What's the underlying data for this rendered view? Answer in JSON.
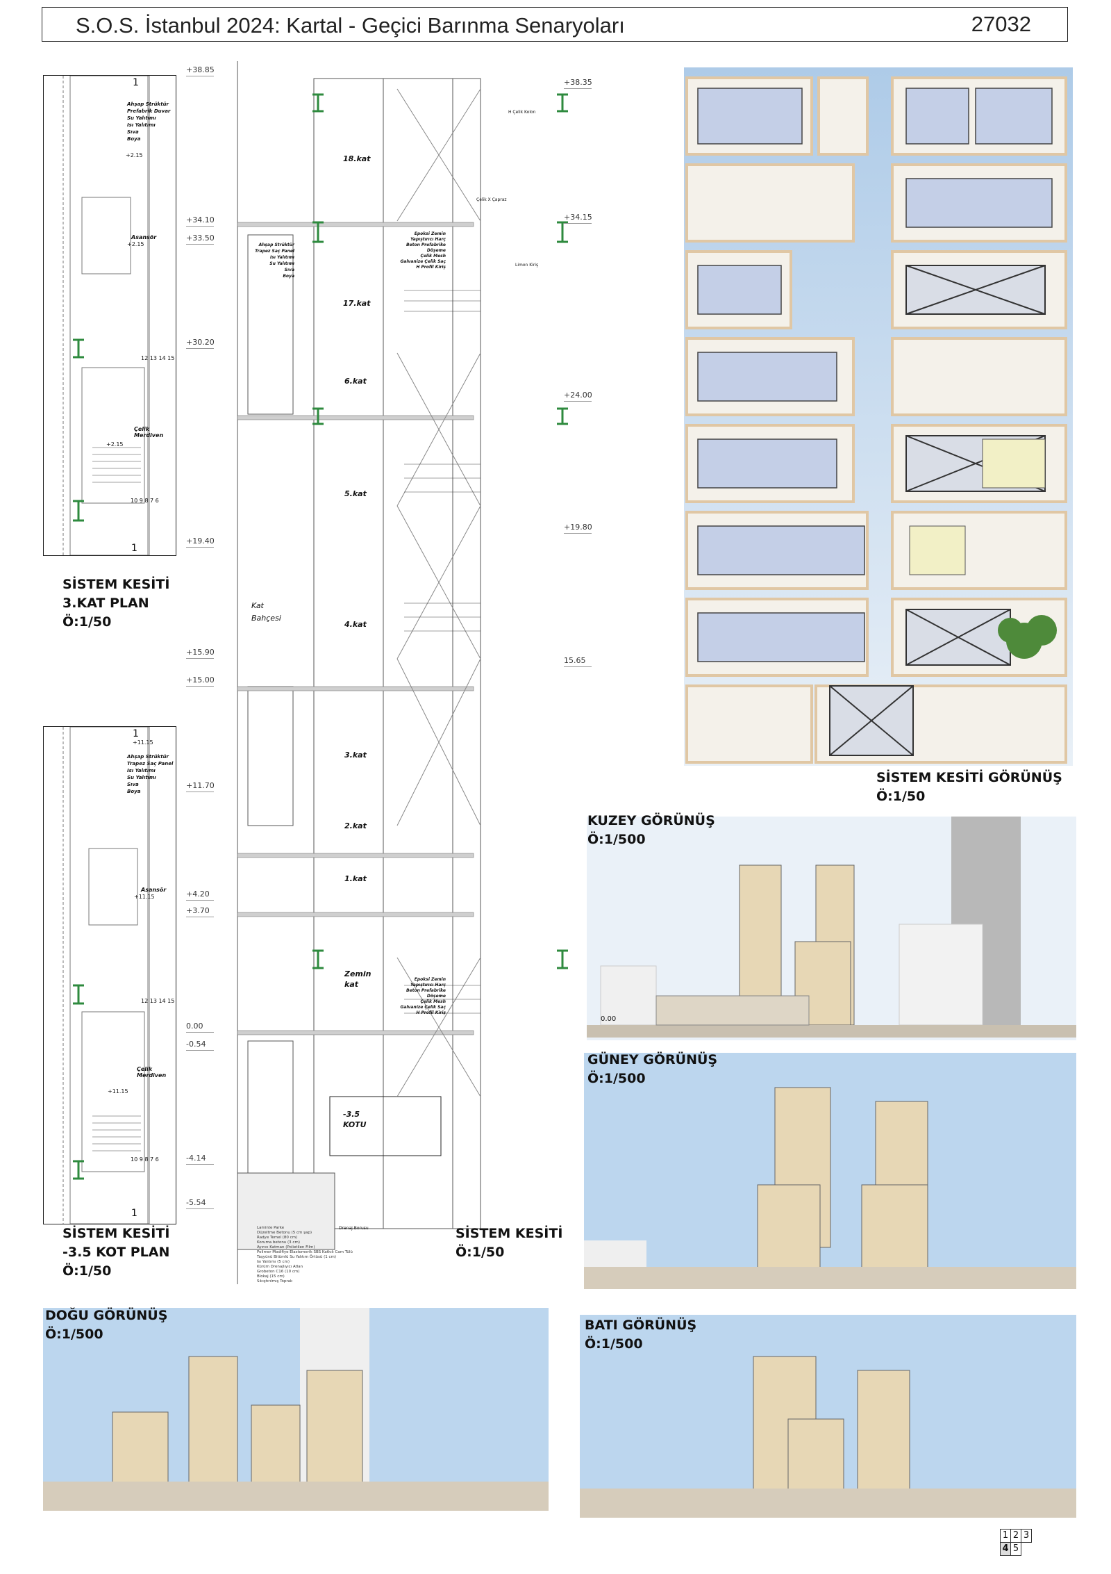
{
  "header": {
    "title": "S.O.S. İstanbul 2024: Kartal - Geçici Barınma Senaryoları",
    "code": "27032"
  },
  "plan_top": {
    "title_lines": [
      "SİSTEM KESİTİ",
      "3.KAT  PLAN",
      "Ö:1/50"
    ],
    "layers": [
      "Ahşap Strüktür",
      "Prefabrik Duvar",
      "Su Yalıtımı",
      "Isı Yalıtımı",
      "Sıva",
      "Boya"
    ],
    "notes": [
      "Asansör",
      "Çelik Merdiven"
    ],
    "levels": [
      "+2.15",
      "+2.15",
      "+2.15"
    ],
    "stair_top": "12 13 14 15",
    "stair_bottom": "10 9 8 7 6",
    "marks": [
      "1",
      "1"
    ]
  },
  "plan_bottom": {
    "title_lines": [
      "SİSTEM KESİTİ",
      "-3.5 KOT PLAN",
      "Ö:1/50"
    ],
    "layers": [
      "Ahşap Strüktür",
      "Trapez Saç Panel",
      "Isı Yalıtımı",
      "Su Yalıtımı",
      "Sıva",
      "Boya"
    ],
    "notes": [
      "Asansör",
      "Çelik Merdiven"
    ],
    "levels": [
      "+11.15",
      "+11.15",
      "+11.15"
    ],
    "stair_top": "12 13 14 15",
    "stair_bottom": "10 9 8 7 6",
    "marks": [
      "1",
      "1"
    ]
  },
  "section": {
    "title_lines": [
      "SİSTEM KESİTİ",
      "Ö:1/50"
    ],
    "left_levels": [
      "+38.85",
      "+34.10",
      "+33.50",
      "+30.20",
      "+19.40",
      "+15.90",
      "+15.00",
      "+11.70",
      "+4.20",
      "+3.70",
      "0.00",
      "-0.54",
      "-4.14",
      "-5.54"
    ],
    "right_levels": [
      "+38.35",
      "+34.15",
      "+24.00",
      "+19.80",
      "15.65"
    ],
    "floors": [
      "18.kat",
      "17.kat",
      "6.kat",
      "5.kat",
      "4.kat",
      "3.kat",
      "2.kat",
      "1.kat",
      "Zemin kat",
      "-3.5 KOTU"
    ],
    "garden": "Kat Bahçesi",
    "slab_layers": [
      "Epoksi Zemin",
      "Yapıştırıcı Harç",
      "Beton Prefabrike Döşeme",
      "Çelik Mesh",
      "Galvanize Çelik Saç",
      "H Profil Kiriş"
    ],
    "bracing_notes": [
      "H Çelik Kolon",
      "Çelik X Çapraz",
      "Limon Kiriş"
    ],
    "wall_layers": [
      "Ahşap Strüktür",
      "Trapez Saç Panel",
      "Isı Yalıtımı",
      "Su Yalıtımı",
      "Sıva",
      "Boya"
    ],
    "footnote": [
      "Laminte Parke",
      "Düzeltme Betonu (5 cm şap)",
      "Radye Temel (80 cm)",
      "Koruma betonu (3 cm)",
      "Ayırıcı Katman (Polietilen Film)",
      "Polimer Modifiye Elastomerik SBS Katkılı Cam Tülü",
      "Taşyünü Bitümlü Su Yalıtım Örtüsü (1 cm)",
      "Isı Yalıtımı (5 cm)",
      "Kürüm Drenajlıyıcı Atlan",
      "Grobeton C16 (10 cm)",
      "Blokaj (15 cm)",
      "Sıkıştırılmış Toprak"
    ],
    "drain": "Drenaj Borusu"
  },
  "facade": {
    "title_lines": [
      "SİSTEM KESİTİ GÖRÜNÜŞ",
      "Ö:1/50"
    ]
  },
  "kuzey": {
    "title_lines": [
      "KUZEY GÖRÜNÜŞ",
      "Ö:1/500"
    ],
    "level": "0.00"
  },
  "guney": {
    "title_lines": [
      "GÜNEY GÖRÜNÜŞ",
      "Ö:1/500"
    ]
  },
  "dogu": {
    "title_lines": [
      "DOĞU GÖRÜNÜŞ",
      "Ö:1/500"
    ]
  },
  "bati": {
    "title_lines": [
      "BATI GÖRÜNÜŞ",
      "Ö:1/500"
    ]
  },
  "pager": {
    "pages": [
      "1",
      "2",
      "3",
      "4",
      "5"
    ],
    "active": "4"
  },
  "colors": {
    "sky": "#bcd6ee",
    "frame": "#e7c9a4",
    "glass": "#c9d4ea",
    "green": "#3f8a4a",
    "line": "#333333"
  }
}
